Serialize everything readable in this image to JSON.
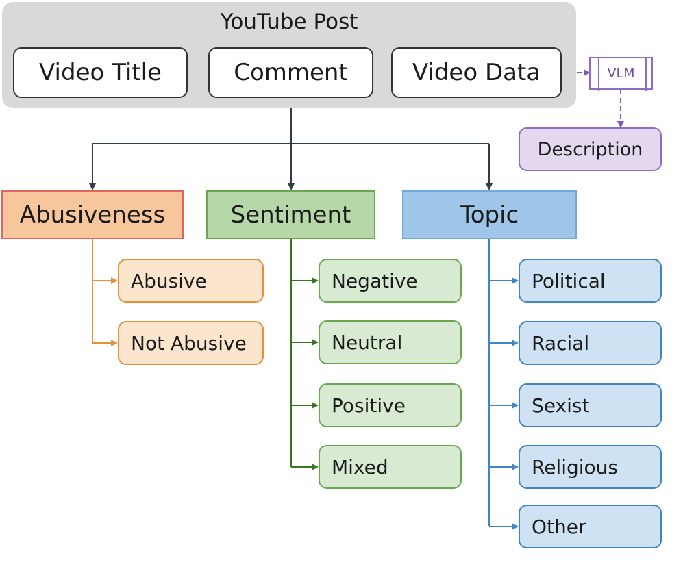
{
  "post": {
    "title": "YouTube Post",
    "fields": [
      "Video Title",
      "Comment",
      "Video Data"
    ]
  },
  "vlm": {
    "label": "VLM",
    "output": "Description"
  },
  "categories": [
    {
      "name": "Abusiveness",
      "labels": [
        "Abusive",
        "Not Abusive"
      ]
    },
    {
      "name": "Sentiment",
      "labels": [
        "Negative",
        "Neutral",
        "Positive",
        "Mixed"
      ]
    },
    {
      "name": "Topic",
      "labels": [
        "Political",
        "Racial",
        "Sexist",
        "Religious",
        "Other"
      ]
    }
  ],
  "colors": {
    "trunk": "#2f3e46",
    "vlm": "#7a5cb8",
    "abusiveness": "#e69138",
    "sentiment": "#38761d",
    "topic": "#3d85c6"
  }
}
